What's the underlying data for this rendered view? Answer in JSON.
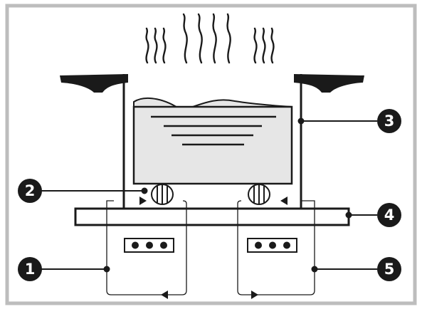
{
  "diagram": {
    "callouts": [
      {
        "id": "1",
        "label": "1"
      },
      {
        "id": "2",
        "label": "2"
      },
      {
        "id": "3",
        "label": "3"
      },
      {
        "id": "4",
        "label": "4"
      },
      {
        "id": "5",
        "label": "5"
      }
    ],
    "colors": {
      "line": "#1a1a1a",
      "frame": "#bdbdbd",
      "liquid": "#e6e6e6",
      "background": "#ffffff"
    },
    "icons": [
      "steam-icon",
      "tripod-icon",
      "led-dots-icon",
      "flow-arrow-icon"
    ]
  }
}
